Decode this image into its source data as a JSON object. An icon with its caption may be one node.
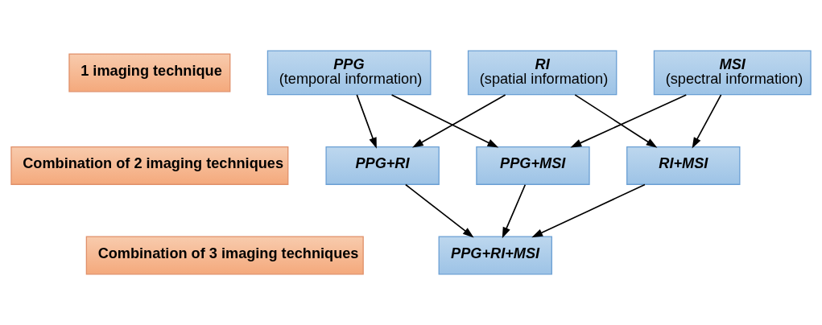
{
  "diagram": {
    "nodes": [
      {
        "text": [
          "1 imaging technique"
        ]
      },
      {
        "text": [
          "Combination of 2 imaging techniques"
        ]
      },
      {
        "text": [
          "Combination of 3 imaging techniques"
        ]
      },
      {
        "text": [
          "PPG",
          "(temporal information)"
        ]
      },
      {
        "text": [
          "RI",
          "(spatial information)"
        ]
      },
      {
        "text": [
          "MSI",
          "(spectral information)"
        ]
      },
      {
        "text": [
          "PPG+RI"
        ]
      },
      {
        "text": [
          "PPG+MSI"
        ]
      },
      {
        "text": [
          "RI+MSI"
        ]
      },
      {
        "text": [
          "PPG+RI+MSI"
        ]
      }
    ],
    "edges": [
      {
        "from": 3,
        "to": 6,
        "arrow": "to"
      },
      {
        "from": 3,
        "to": 7,
        "arrow": "to"
      },
      {
        "from": 4,
        "to": 6,
        "arrow": "to"
      },
      {
        "from": 4,
        "to": 8,
        "arrow": "to"
      },
      {
        "from": 5,
        "to": 7,
        "arrow": "to"
      },
      {
        "from": 5,
        "to": 8,
        "arrow": "to"
      },
      {
        "from": 6,
        "to": 9,
        "arrow": "to"
      },
      {
        "from": 7,
        "to": 9,
        "arrow": "to"
      },
      {
        "from": 8,
        "to": 9,
        "arrow": "to"
      }
    ]
  }
}
